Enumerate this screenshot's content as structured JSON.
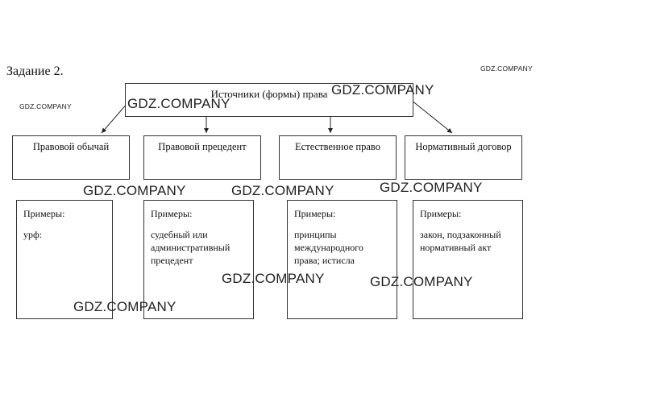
{
  "title": "Задание 2.",
  "root": "Источники (формы) права",
  "categories": [
    {
      "label": "Правовой обычай"
    },
    {
      "label": "Правовой прецедент"
    },
    {
      "label": "Естественное право"
    },
    {
      "label": "Нормативный договор"
    }
  ],
  "examples": [
    {
      "label": "Примеры:",
      "text": "урф:"
    },
    {
      "label": "Примеры:",
      "text": "судебный или административный прецедент"
    },
    {
      "label": "Примеры:",
      "text": "принципы международного права; истисла"
    },
    {
      "label": "Примеры:",
      "text": "закон, подзаконный нормативный акт"
    }
  ],
  "watermark": "GDZ.COMPANY"
}
